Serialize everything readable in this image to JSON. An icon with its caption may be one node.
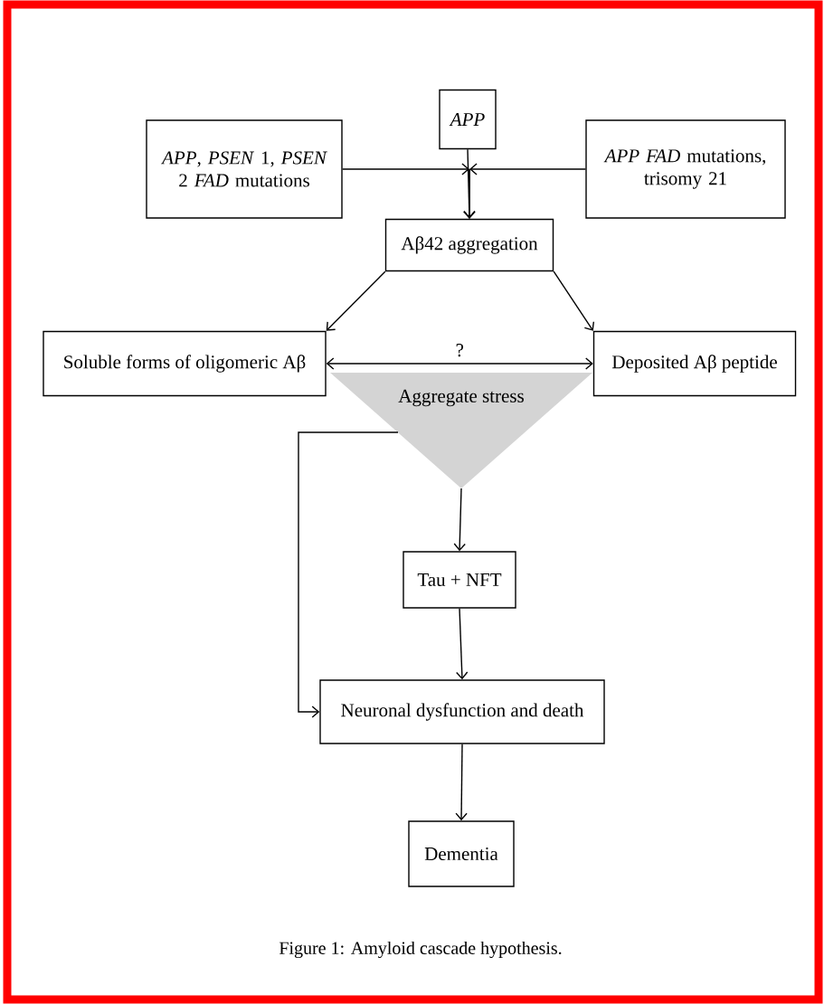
{
  "diagram": {
    "caption": "Figure 1: Amyloid cascade hypothesis.",
    "nodes": [
      {
        "text": [
          "APP"
        ]
      },
      {
        "text": [
          "*APP*, *PSEN* 1, *PSEN* 2 *FAD* mutations"
        ]
      },
      {
        "text": [
          "*APP* *FAD* mutations, trisomy 21"
        ]
      },
      {
        "text": [
          "Aβ42 aggregation"
        ]
      },
      {
        "text": [
          "Soluble forms of oligomeric Aβ"
        ]
      },
      {
        "text": [
          "Deposited Aβ peptide"
        ]
      },
      {
        "text": [
          "Aggregate stress"
        ]
      },
      {
        "text": [
          "Tau + NFT"
        ]
      },
      {
        "text": [
          "Neuronal dysfunction and death"
        ]
      },
      {
        "text": [
          "Dementia"
        ]
      }
    ],
    "edges": [
      {
        "from": 0,
        "to": 3,
        "arrow": "to"
      },
      {
        "from": 1,
        "to": 3,
        "arrow": "to"
      },
      {
        "from": 2,
        "to": 3,
        "arrow": "to"
      },
      {
        "from": 3,
        "to": 4,
        "arrow": "to"
      },
      {
        "from": 3,
        "to": 5,
        "arrow": "to"
      },
      {
        "from": 4,
        "to": 5,
        "arrow": "both",
        "label": "?"
      },
      {
        "from": 6,
        "to": 7,
        "arrow": "to"
      },
      {
        "from": 7,
        "to": 8,
        "arrow": "to"
      },
      {
        "from": 6,
        "to": 8,
        "arrow": "to"
      },
      {
        "from": 8,
        "to": 9,
        "arrow": "to"
      }
    ]
  }
}
